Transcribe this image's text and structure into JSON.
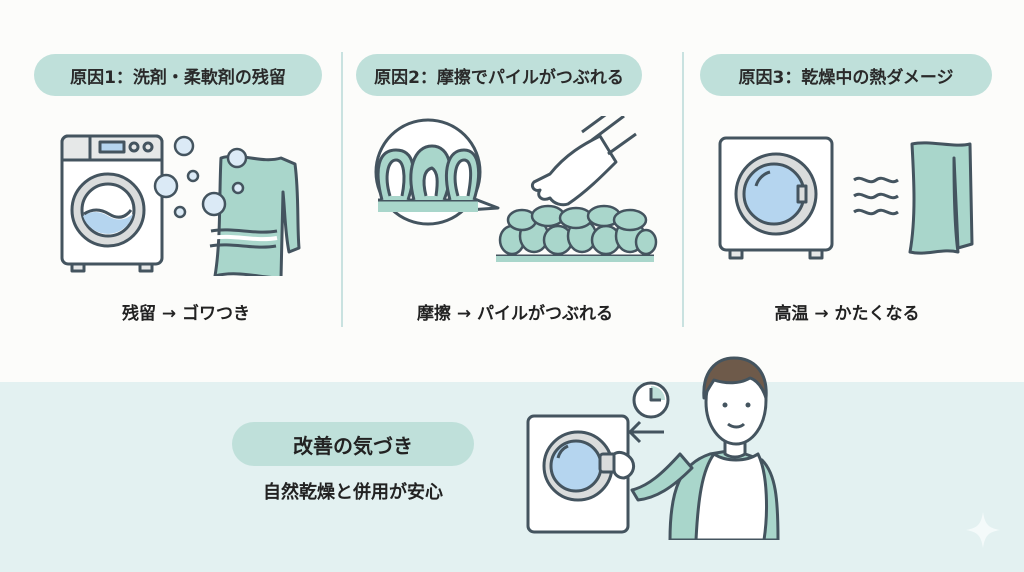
{
  "causes": [
    {
      "title": "原因1：洗剤・柔軟剤の残留",
      "caption": "残留 → ゴワつき",
      "illustration": "washing-machine-with-bubbles-and-towel"
    },
    {
      "title": "原因2：摩擦でパイルがつぶれる",
      "caption": "摩擦 → パイルがつぶれる",
      "illustration": "magnified-pile-loops-and-hand-rubbing"
    },
    {
      "title": "原因3：乾燥中の熱ダメージ",
      "caption": "高温 → かたくなる",
      "illustration": "dryer-heat-waves-and-towel"
    }
  ],
  "insight": {
    "title": "改善の気づき",
    "text": "自然乾燥と併用が安心",
    "illustration": "man-adjusting-dryer-with-clock"
  },
  "colors": {
    "background": "#fcfcfa",
    "bottom_band": "#e3f1f1",
    "pill": "#bfe0da",
    "towel": "#a9d6cb",
    "water": "#b5d5ef",
    "outline": "#44545f",
    "divider": "#c9e2e0"
  }
}
